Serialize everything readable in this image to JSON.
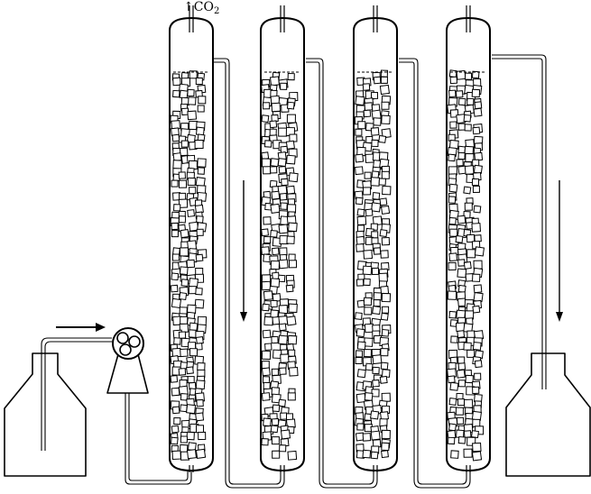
{
  "gas_label": {
    "arrow": "↑",
    "formula": "CO",
    "subscript": "2"
  },
  "column_count": 4
}
